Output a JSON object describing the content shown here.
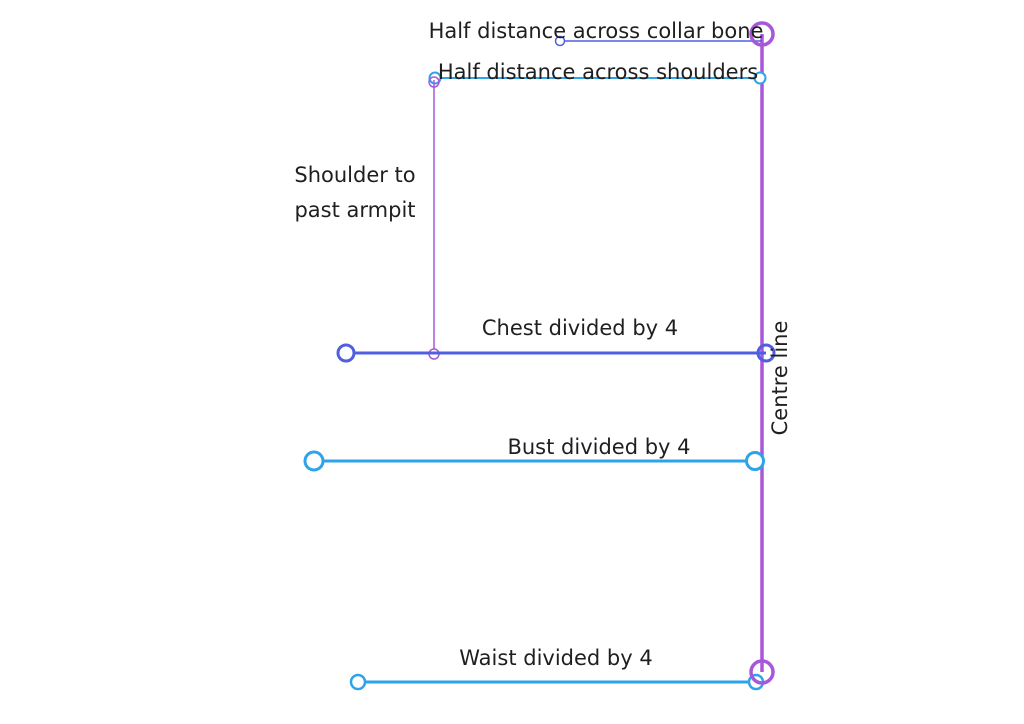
{
  "colors": {
    "purple": "#a857d9",
    "blue": "#4f5fe0",
    "light_blue": "#2ea3ea",
    "text": "#1f1f1f",
    "background": "#ffffff"
  },
  "labels": {
    "collar_bone": "Half distance across collar bone",
    "shoulders": "Half distance across shoulders",
    "shoulder_to_armpit_line1": "Shoulder to",
    "shoulder_to_armpit_line2": "past armpit",
    "chest": "Chest divided by 4",
    "bust": "Bust divided by 4",
    "waist": "Waist divided by 4",
    "centre_line": "Centre line"
  }
}
